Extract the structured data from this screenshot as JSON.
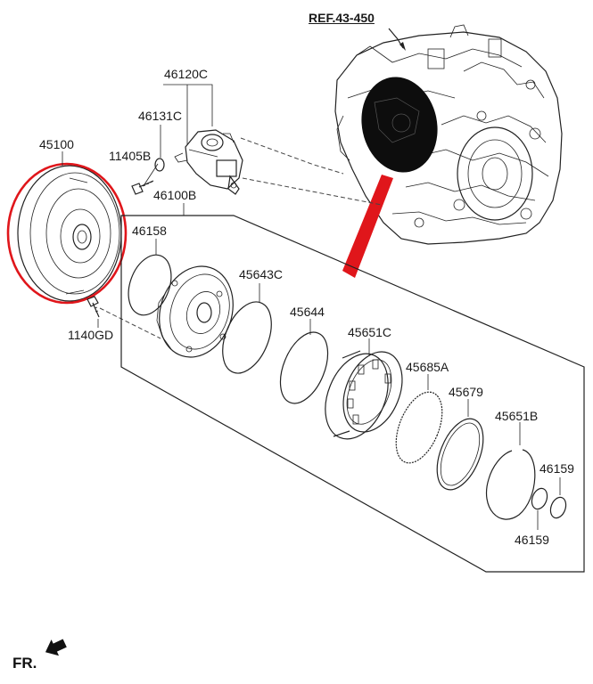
{
  "diagram": {
    "reference": "REF.43-450",
    "front_marker": "FR.",
    "labels": {
      "p46120C": "46120C",
      "p46131C": "46131C",
      "p11405B": "11405B",
      "p45100": "45100",
      "p46100B": "46100B",
      "p46158": "46158",
      "p45643C": "45643C",
      "p45644": "45644",
      "p45651C": "45651C",
      "p45685A": "45685A",
      "p45679": "45679",
      "p45651B": "45651B",
      "p46159_top": "46159",
      "p46159_bottom": "46159",
      "p1140GD": "1140GD"
    }
  },
  "colors": {
    "highlight": "#e0161b",
    "line": "#222222",
    "fill": "#ffffff",
    "transmission_cutout": "#0d0d0d"
  }
}
